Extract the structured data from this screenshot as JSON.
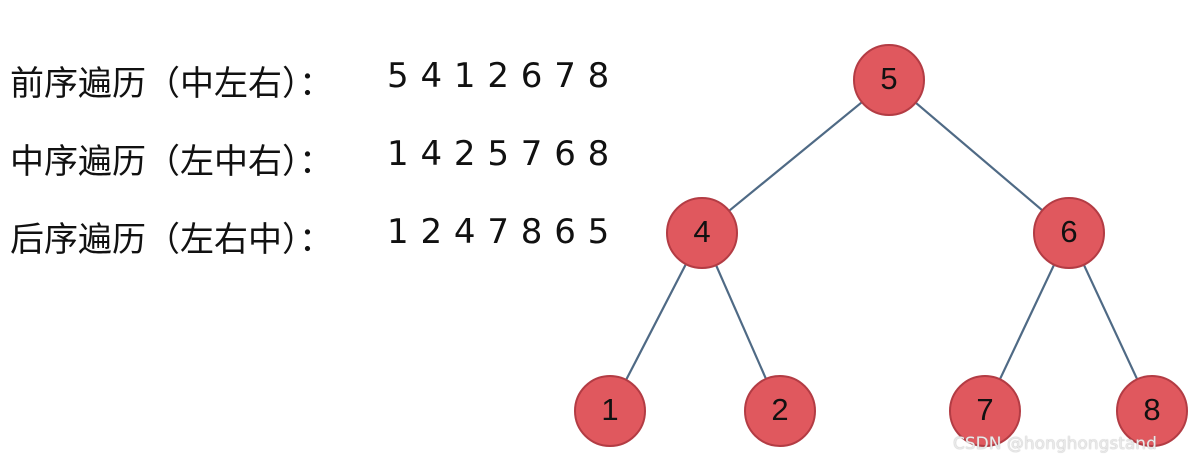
{
  "traversals": [
    {
      "label": "前序遍历（中左右）：",
      "sequence": "5 4 1 2 6 7 8"
    },
    {
      "label": "中序遍历（左中右）：",
      "sequence": "1 4 2 5 7 6 8"
    },
    {
      "label": "后序遍历（左右中）：",
      "sequence": "1 2 4 7 8 6 5"
    }
  ],
  "tree": {
    "nodes": [
      {
        "id": "n5",
        "value": "5"
      },
      {
        "id": "n4",
        "value": "4"
      },
      {
        "id": "n6",
        "value": "6"
      },
      {
        "id": "n1",
        "value": "1"
      },
      {
        "id": "n2",
        "value": "2"
      },
      {
        "id": "n7",
        "value": "7"
      },
      {
        "id": "n8",
        "value": "8"
      }
    ],
    "edges": [
      [
        "n5",
        "n4"
      ],
      [
        "n5",
        "n6"
      ],
      [
        "n4",
        "n1"
      ],
      [
        "n4",
        "n2"
      ],
      [
        "n6",
        "n7"
      ],
      [
        "n6",
        "n8"
      ]
    ],
    "colors": {
      "node_fill": "#e0585e",
      "node_stroke": "#b33c44",
      "edge": "#4f6a85"
    }
  },
  "watermark": "CSDN @honghongstand"
}
